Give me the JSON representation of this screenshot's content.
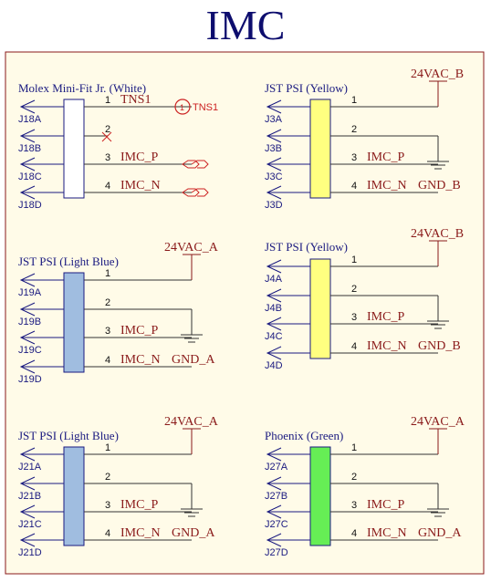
{
  "title": "IMC",
  "colors": {
    "border": "#8a1a1a",
    "bg": "#fffbe8",
    "white": "#ffffff",
    "yellow": "#ffff80",
    "lightblue": "#a0bde0",
    "green": "#66ee55"
  },
  "blocks": [
    {
      "id": "j18",
      "label": "Molex Mini-Fit Jr. (White)",
      "fill": "white",
      "refs": [
        "J18A",
        "J18B",
        "J18C",
        "J18D"
      ],
      "pins": [
        {
          "num": "1",
          "name": "TNS1"
        },
        {
          "num": "2",
          "name": ""
        },
        {
          "num": "3",
          "name": "IMC_P"
        },
        {
          "num": "4",
          "name": "IMC_N"
        }
      ],
      "tns_label": "TNS1",
      "tns_num": "1"
    },
    {
      "id": "j3",
      "label": "JST PSI (Yellow)",
      "fill": "yellow",
      "refs": [
        "J3A",
        "J3B",
        "J3C",
        "J3D"
      ],
      "pins": [
        {
          "num": "1",
          "name": ""
        },
        {
          "num": "2",
          "name": ""
        },
        {
          "num": "3",
          "name": "IMC_P"
        },
        {
          "num": "4",
          "name": "IMC_N"
        }
      ],
      "power": "24VAC_B",
      "gnd": "GND_B"
    },
    {
      "id": "j19",
      "label": "JST PSI (Light Blue)",
      "fill": "lightblue",
      "refs": [
        "J19A",
        "J19B",
        "J19C",
        "J19D"
      ],
      "pins": [
        {
          "num": "1",
          "name": ""
        },
        {
          "num": "2",
          "name": ""
        },
        {
          "num": "3",
          "name": "IMC_P"
        },
        {
          "num": "4",
          "name": "IMC_N"
        }
      ],
      "power": "24VAC_A",
      "gnd": "GND_A"
    },
    {
      "id": "j4",
      "label": "JST PSI (Yellow)",
      "fill": "yellow",
      "refs": [
        "J4A",
        "J4B",
        "J4C",
        "J4D"
      ],
      "pins": [
        {
          "num": "1",
          "name": ""
        },
        {
          "num": "2",
          "name": ""
        },
        {
          "num": "3",
          "name": "IMC_P"
        },
        {
          "num": "4",
          "name": "IMC_N"
        }
      ],
      "power": "24VAC_B",
      "gnd": "GND_B"
    },
    {
      "id": "j21",
      "label": "JST PSI (Light Blue)",
      "fill": "lightblue",
      "refs": [
        "J21A",
        "J21B",
        "J21C",
        "J21D"
      ],
      "pins": [
        {
          "num": "1",
          "name": ""
        },
        {
          "num": "2",
          "name": ""
        },
        {
          "num": "3",
          "name": "IMC_P"
        },
        {
          "num": "4",
          "name": "IMC_N"
        }
      ],
      "power": "24VAC_A",
      "gnd": "GND_A"
    },
    {
      "id": "j27",
      "label": "Phoenix (Green)",
      "fill": "green",
      "refs": [
        "J27A",
        "J27B",
        "J27C",
        "J27D"
      ],
      "pins": [
        {
          "num": "1",
          "name": ""
        },
        {
          "num": "2",
          "name": ""
        },
        {
          "num": "3",
          "name": "IMC_P"
        },
        {
          "num": "4",
          "name": "IMC_N"
        }
      ],
      "power": "24VAC_A",
      "gnd": "GND_A"
    }
  ]
}
